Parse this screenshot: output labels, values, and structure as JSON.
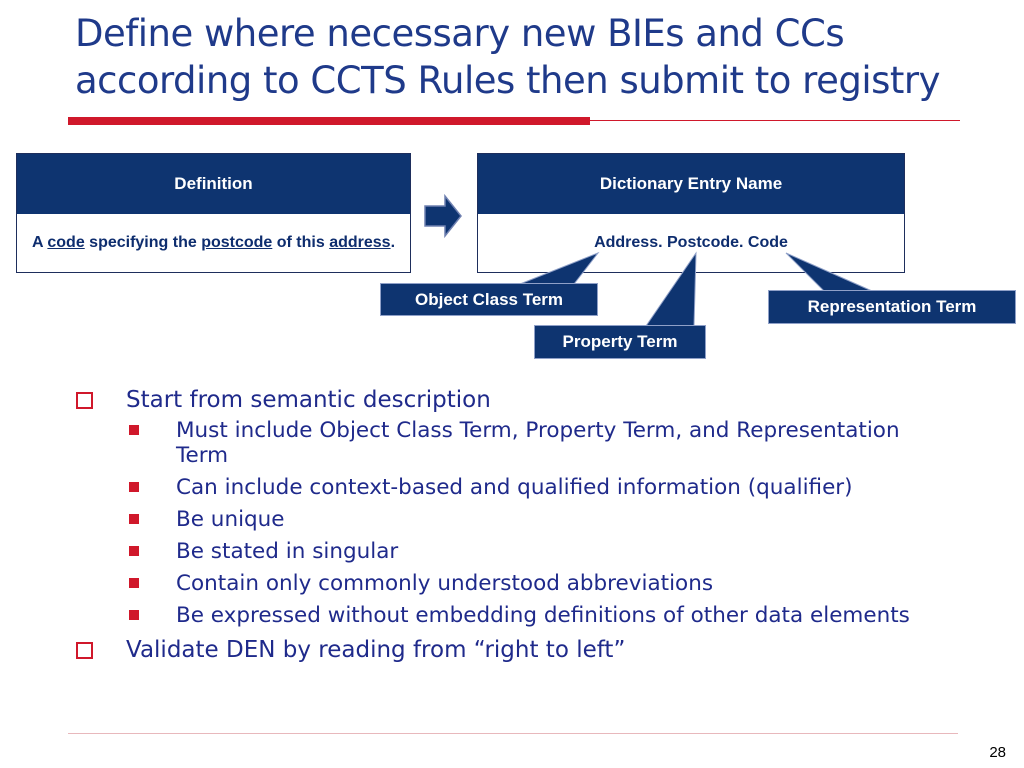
{
  "title": {
    "line1": "Define where necessary new BIEs and CCs",
    "line2": "according to CCTS Rules then submit to registry"
  },
  "definition_box": {
    "header": "Definition",
    "body": {
      "t1": "A ",
      "u1": "code",
      "t2": " specifying the ",
      "u2": "postcode",
      "t3": " of this ",
      "u3": "address",
      "t4": "."
    }
  },
  "den_box": {
    "header": "Dictionary Entry Name",
    "body": "Address. Postcode. Code"
  },
  "callouts": {
    "object_class": "Object Class Term",
    "property": "Property Term",
    "representation": "Representation Term"
  },
  "bullets": [
    {
      "text": "Start from semantic description",
      "sub": [
        "Must include Object Class Term, Property Term, and Representation Term",
        "Can include context-based and qualified information (qualifier)",
        "Be unique",
        "Be stated in singular",
        "Contain only commonly understood abbreviations",
        "Be expressed without embedding definitions of other data elements"
      ]
    },
    {
      "text": "Validate DEN by reading from “right to left”",
      "sub": []
    }
  ],
  "page_number": "28",
  "colors": {
    "title": "#1f3a8a",
    "accent_red": "#d0182b",
    "box_header": "#0e3470",
    "text_navy": "#1f2a8b"
  },
  "icons": {
    "arrow": "right-arrow-icon",
    "bullet_l1": "hollow-square-icon",
    "bullet_l2": "filled-square-icon"
  }
}
